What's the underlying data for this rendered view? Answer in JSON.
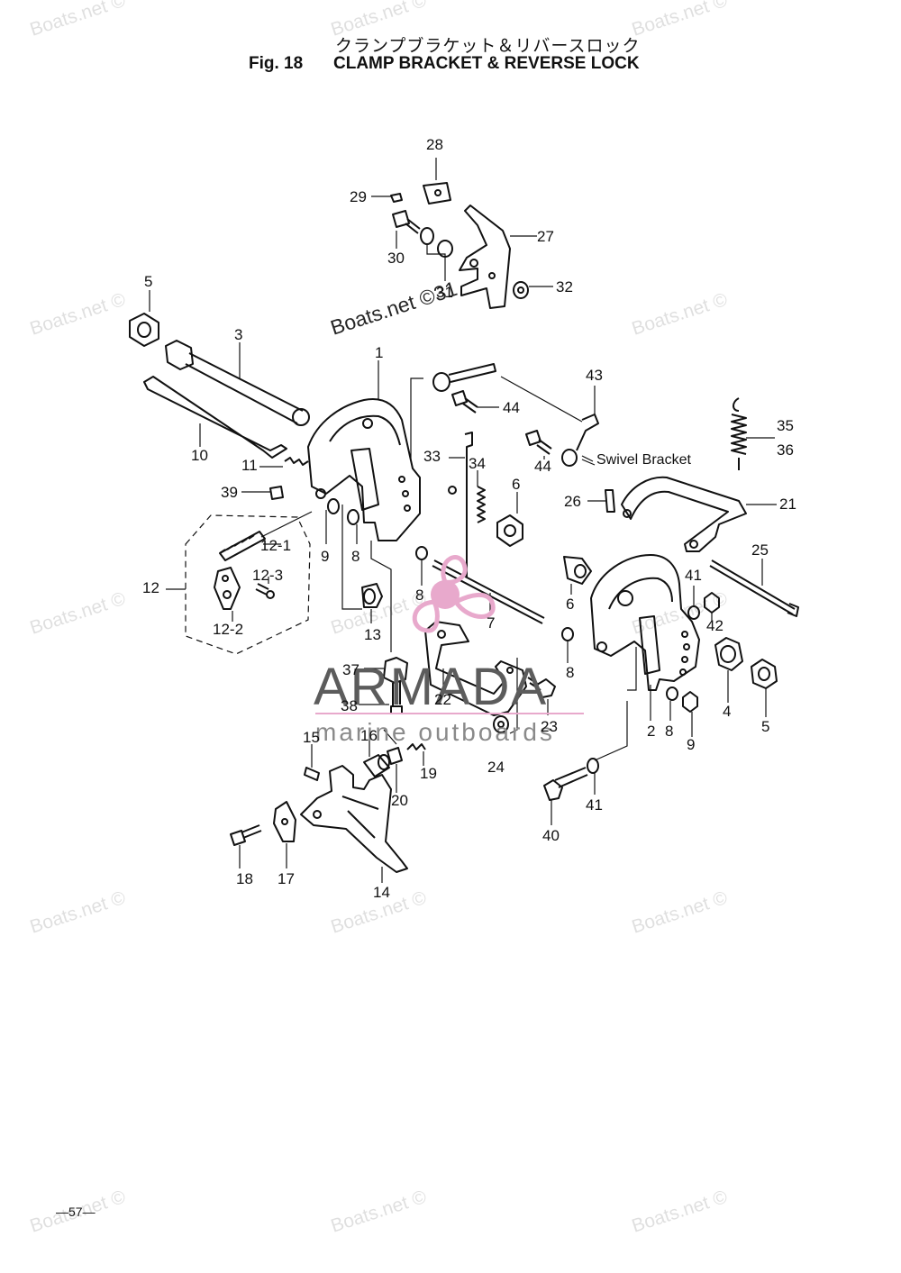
{
  "header": {
    "japanese_title": "クランプブラケット＆リバースロック",
    "figure_label": "Fig. 18",
    "title": "CLAMP BRACKET & REVERSE LOCK"
  },
  "footer": {
    "page_number": "—57—"
  },
  "watermarks": {
    "site": "Boats.net ©",
    "center": "Boats.net ©31",
    "brand": "ARMADA",
    "brand_sub": "marine outboards",
    "brand_color": "#e8a9cc"
  },
  "diagram": {
    "annotation_swivel": "Swivel Bracket",
    "part_numbers": [
      "28",
      "29",
      "27",
      "30",
      "31",
      "32",
      "5",
      "3",
      "1",
      "43",
      "44",
      "10",
      "11",
      "33",
      "34",
      "44",
      "35",
      "36",
      "39",
      "6",
      "26",
      "21",
      "12-1",
      "9",
      "8",
      "25",
      "12",
      "12-3",
      "6",
      "41",
      "12-2",
      "13",
      "8",
      "42",
      "7",
      "37",
      "8",
      "38",
      "22",
      "23",
      "4",
      "5",
      "2",
      "8",
      "9",
      "15",
      "16",
      "19",
      "24",
      "20",
      "41",
      "40",
      "18",
      "17",
      "14"
    ]
  }
}
